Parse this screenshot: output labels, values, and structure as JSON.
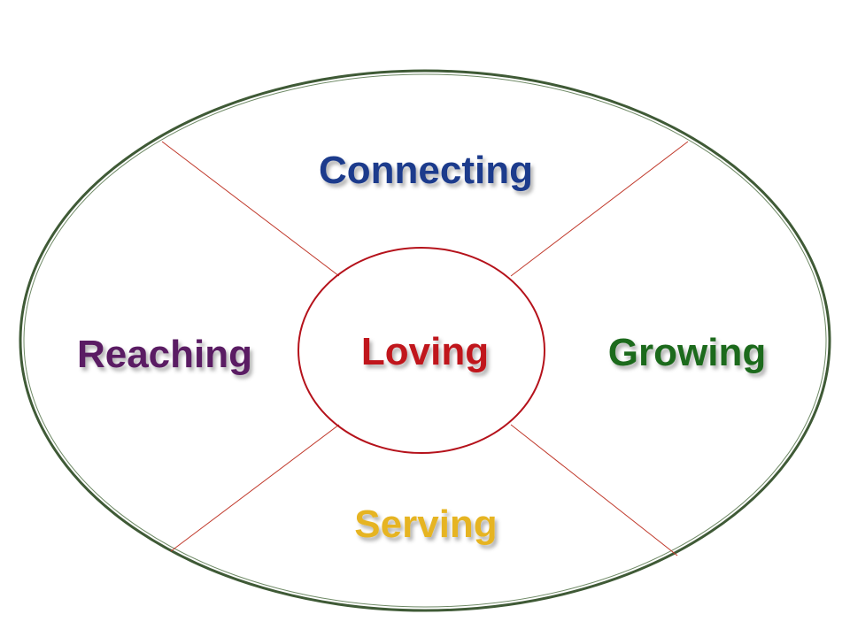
{
  "diagram": {
    "center_label": "Loving",
    "top_label": "Connecting",
    "left_label": "Reaching",
    "right_label": "Growing",
    "bottom_label": "Serving"
  },
  "colors": {
    "outer_ellipse": "#3f5a36",
    "inner_circle": "#b5121b",
    "divider_lines": "#c0392b",
    "center_label": "#c0161c",
    "top_label": "#1a3a8c",
    "left_label": "#5a1a63",
    "right_label": "#1f6b1f",
    "bottom_label": "#e6b422"
  }
}
